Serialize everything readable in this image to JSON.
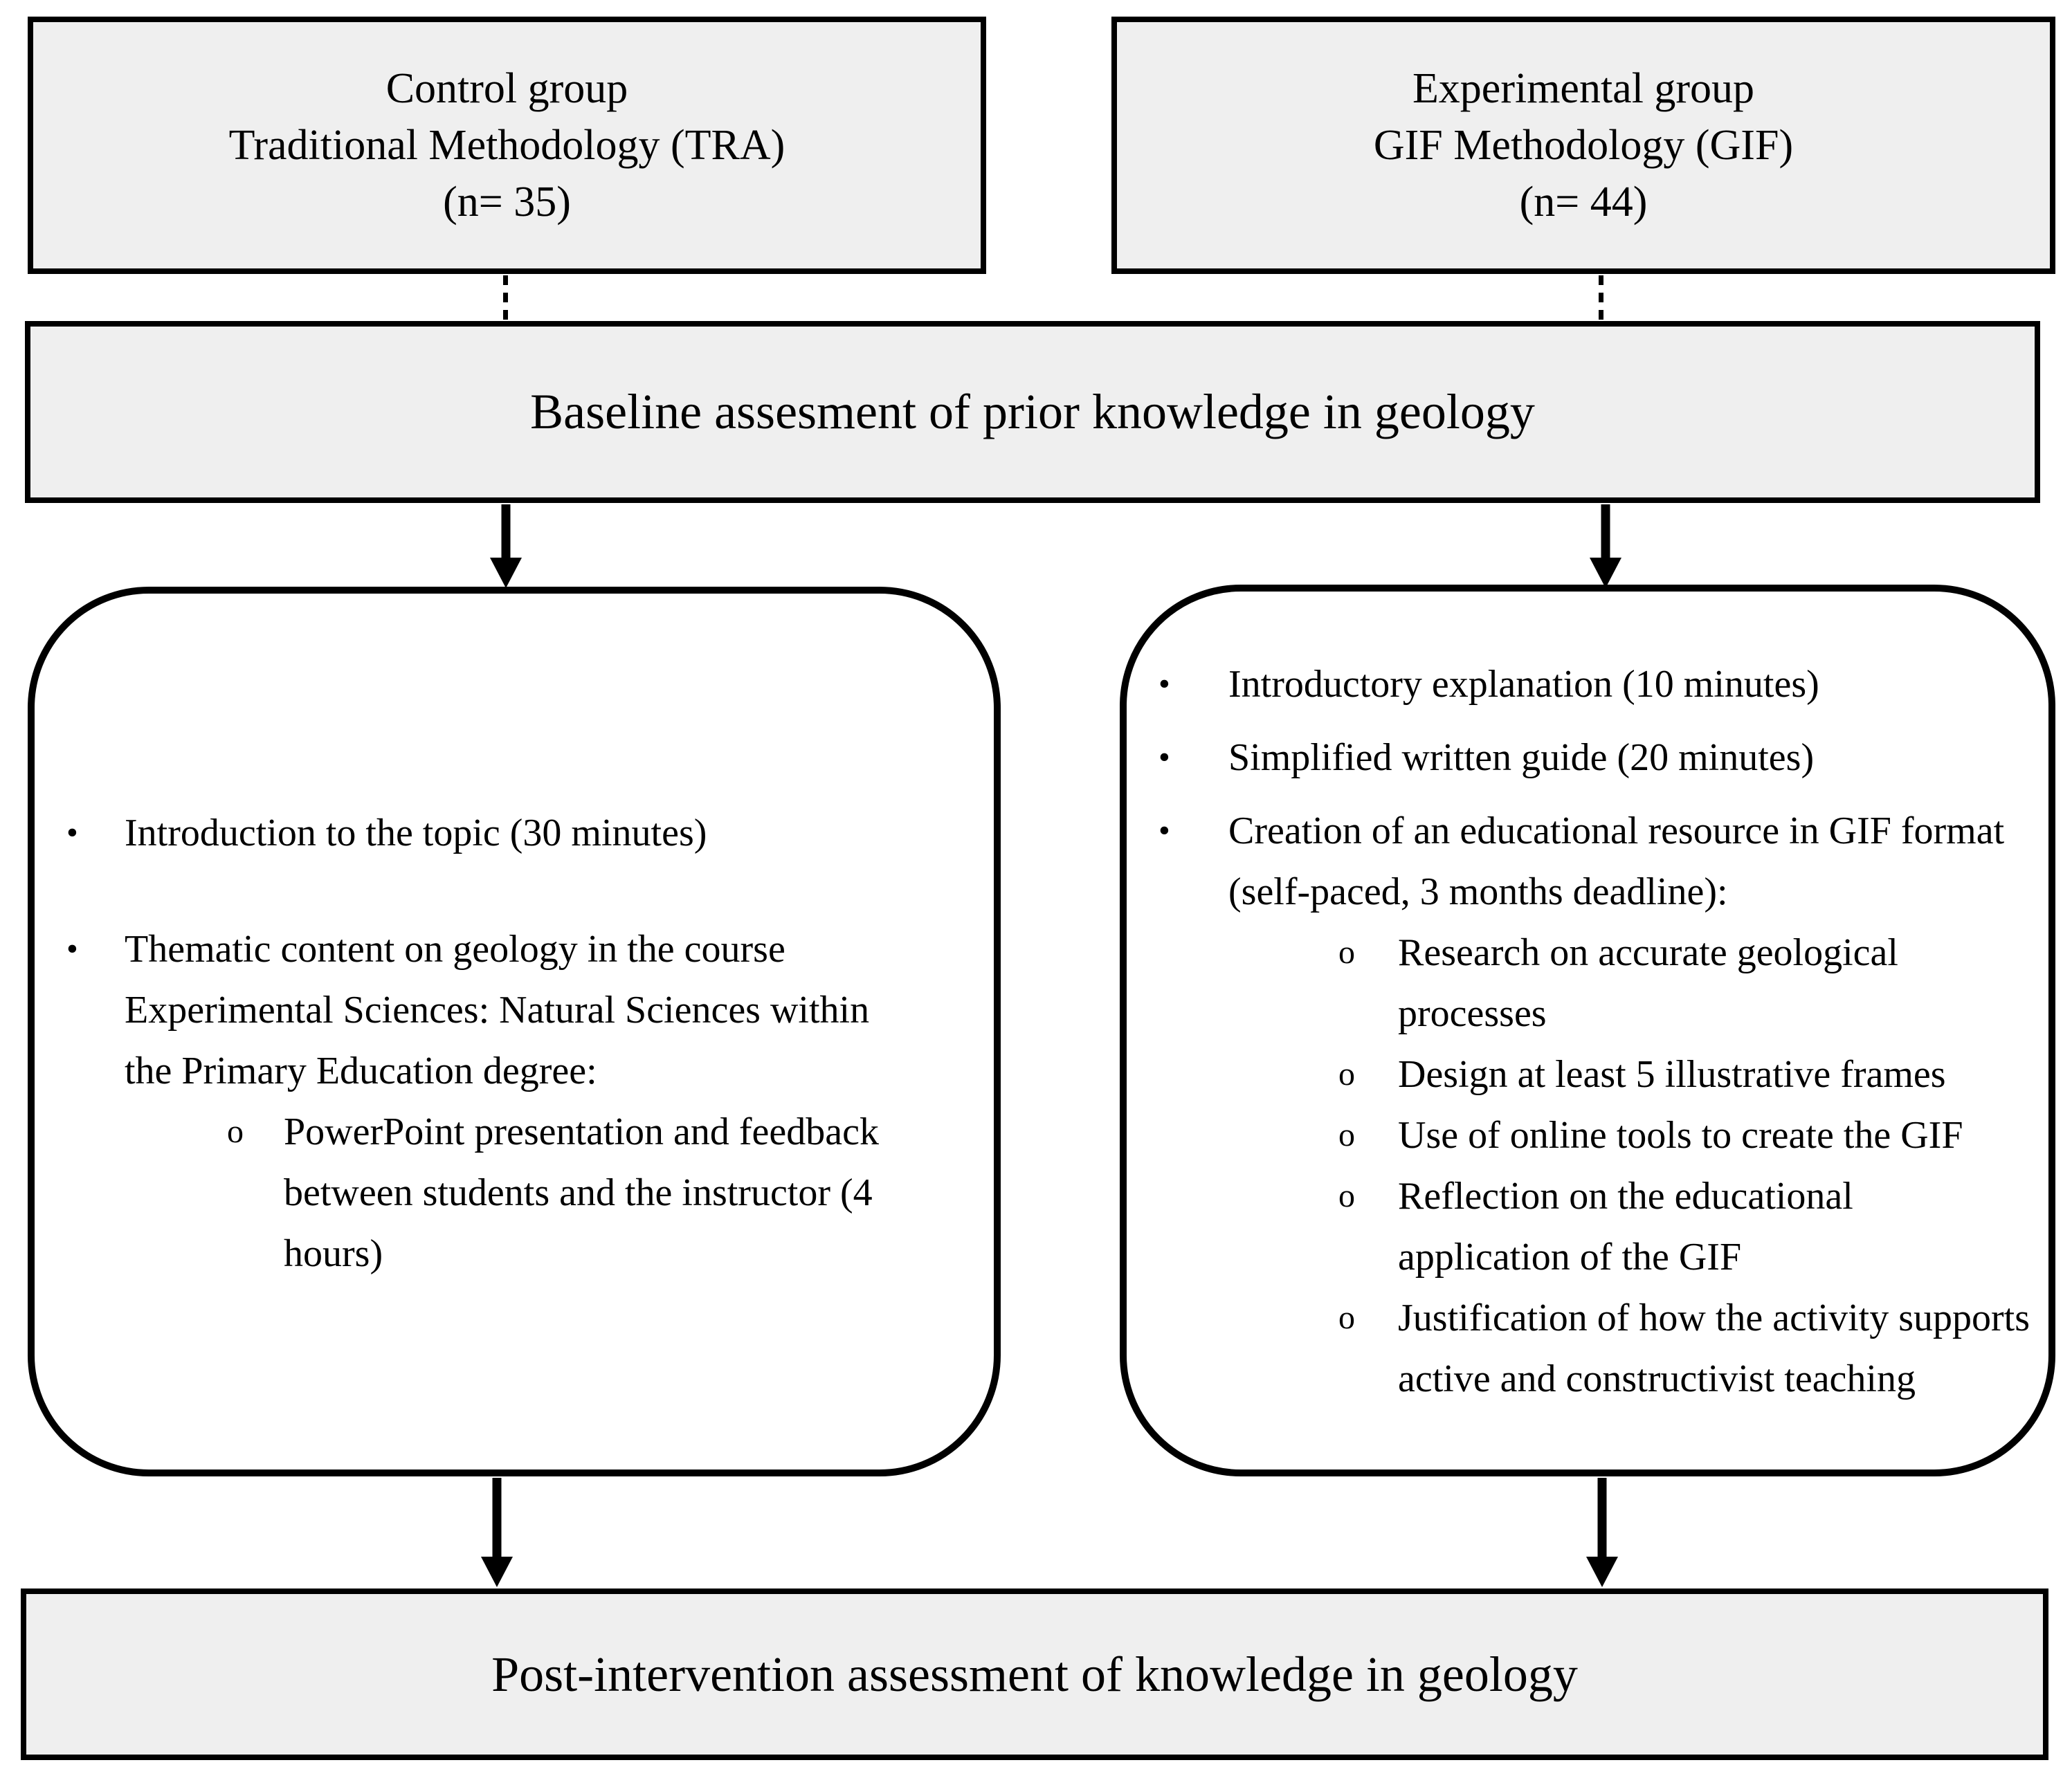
{
  "colors": {
    "box_fill": "#efefef",
    "border": "#000000",
    "background": "#ffffff",
    "text": "#000000"
  },
  "top_left_box": {
    "lines": [
      "Control group",
      "Traditional Methodology (TRA)",
      "(n= 35)"
    ]
  },
  "top_right_box": {
    "lines": [
      "Experimental group",
      "GIF Methodology (GIF)",
      "(n= 44)"
    ]
  },
  "baseline_box": {
    "label": "Baseline assesment of prior knowledge in geology"
  },
  "left_panel": {
    "bullets": [
      {
        "text": "Introduction to the topic (30 minutes)",
        "sub": []
      },
      {
        "text": "Thematic content on geology in the course Experimental Sciences: Natural Sciences within the Primary Education degree:",
        "sub": [
          "PowerPoint presentation and feedback between students and the instructor (4 hours)"
        ]
      }
    ]
  },
  "right_panel": {
    "bullets": [
      {
        "text": "Introductory explanation (10 minutes)",
        "sub": []
      },
      {
        "text": "Simplified written guide (20 minutes)",
        "sub": []
      },
      {
        "text": "Creation of an educational resource in GIF format (self-paced, 3 months deadline):",
        "sub": [
          "Research on accurate geological processes",
          "Design at least 5 illustrative frames",
          "Use of online tools to create the GIF",
          "Reflection on the educational application of the GIF",
          "Justification of how the activity supports active and constructivist teaching"
        ]
      }
    ]
  },
  "bottom_box": {
    "label": "Post-intervention assessment of knowledge in geology"
  }
}
